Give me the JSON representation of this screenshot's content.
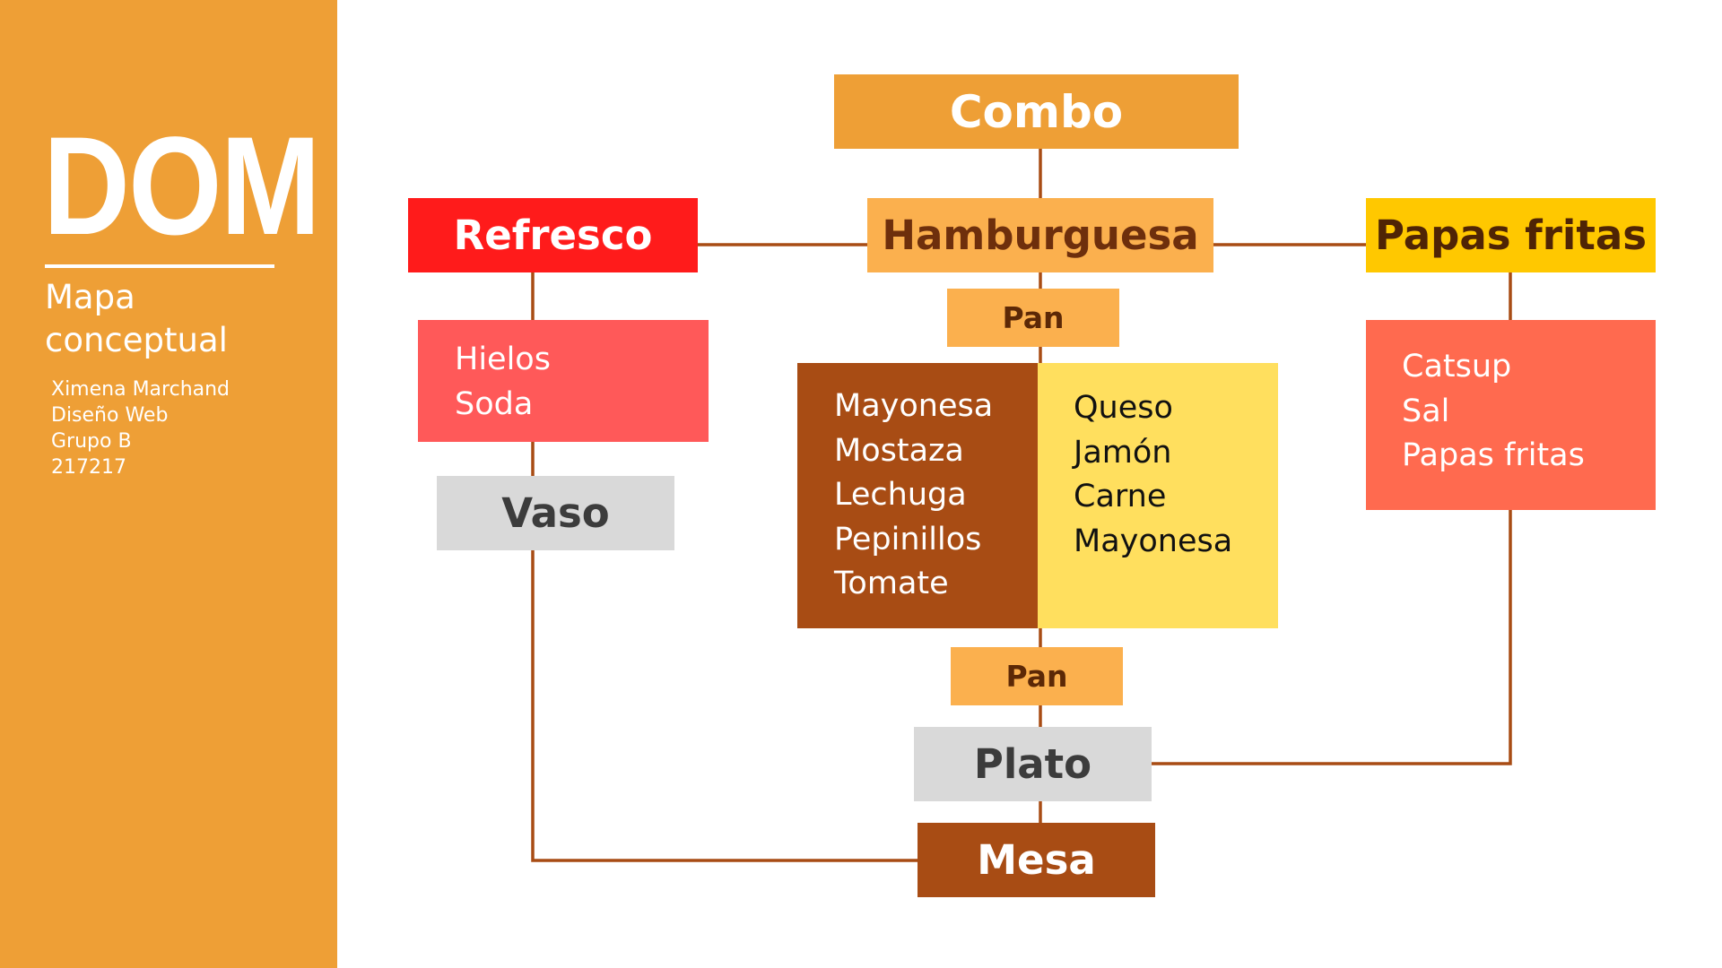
{
  "sidebar": {
    "logo": "DOM",
    "subtitle": "Mapa conceptual",
    "author_lines": [
      "Ximena Marchand",
      "Diseño Web",
      "Grupo B",
      "217217"
    ]
  },
  "colors": {
    "sidebar_bg": "#ee9f36",
    "connector": "#a84c14",
    "combo": "#ee9f36",
    "hamburguesa": "#fbb04e",
    "refresco": "#ff1b1b",
    "papas_fritas": "#ffc800",
    "gray": "#d9d9d9",
    "mesa": "#a84c14"
  },
  "nodes": {
    "combo": "Combo",
    "hamburguesa": "Hamburguesa",
    "refresco": "Refresco",
    "papas_fritas": "Papas fritas",
    "pan_top": "Pan",
    "pan_bottom": "Pan",
    "vaso": "Vaso",
    "plato": "Plato",
    "mesa": "Mesa"
  },
  "lists": {
    "refresco": [
      "Hielos",
      "Soda"
    ],
    "hamburguesa_dark": [
      "Mayonesa",
      "Mostaza",
      "Lechuga",
      "Pepinillos",
      "Tomate"
    ],
    "hamburguesa_yellow": [
      "Queso",
      "Jamón",
      "Carne",
      "Mayonesa"
    ],
    "papas_fritas": [
      "Catsup",
      "Sal",
      "Papas fritas"
    ]
  }
}
